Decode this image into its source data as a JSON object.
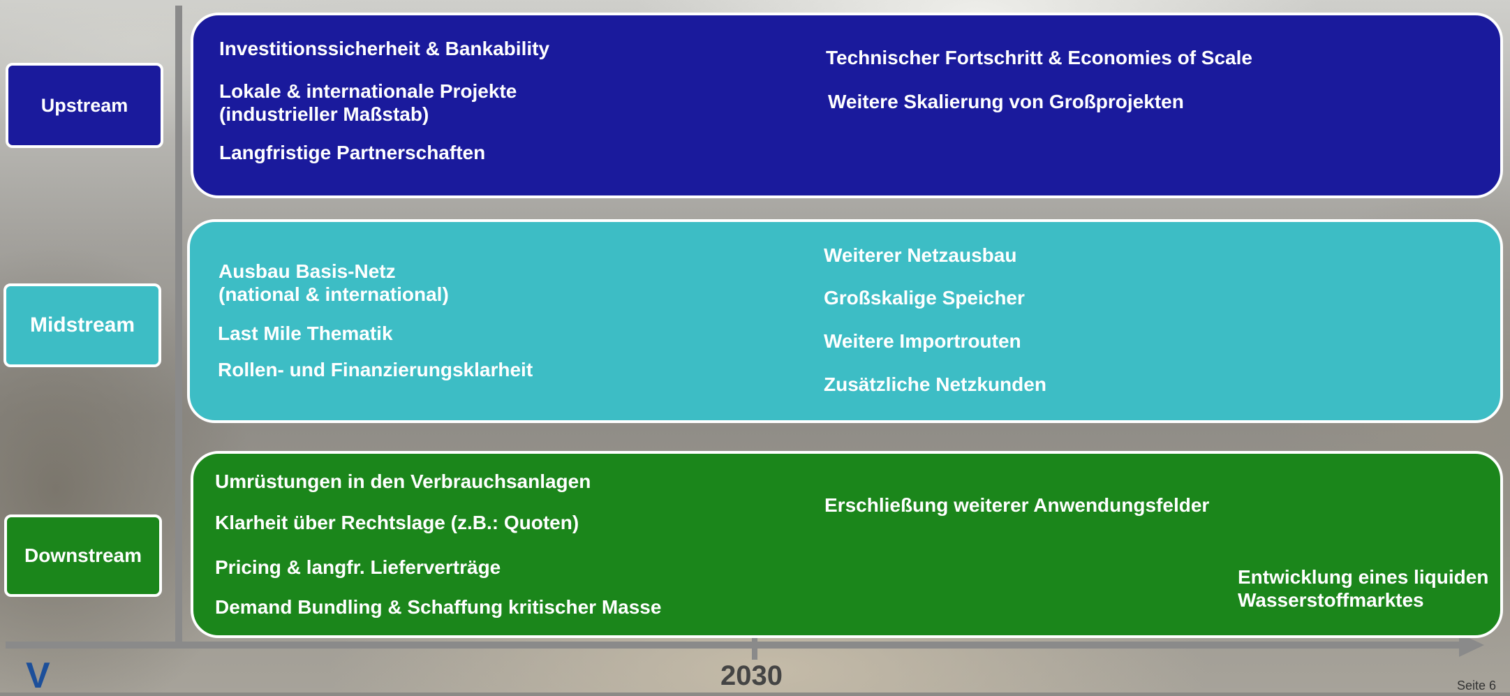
{
  "labels": {
    "upstream": "Upstream",
    "midstream": "Midstream",
    "downstream": "Downstream"
  },
  "upstream": {
    "left": [
      "Investitionssicherheit & Bankability",
      "Lokale & internationale Projekte",
      "(industrieller Maßstab)",
      "Langfristige Partnerschaften"
    ],
    "right": [
      "Technischer Fortschritt & Economies of Scale",
      "Weitere Skalierung von Großprojekten"
    ]
  },
  "midstream": {
    "left": [
      "Ausbau Basis-Netz",
      "(national & international)",
      "Last Mile Thematik",
      "Rollen- und Finanzierungsklarheit"
    ],
    "right": [
      "Weiterer Netzausbau",
      "Großskalige Speicher",
      "Weitere Importrouten",
      "Zusätzliche Netzkunden"
    ]
  },
  "downstream": {
    "left": [
      "Umrüstungen in den Verbrauchsanlagen",
      "Klarheit über Rechtslage (z.B.: Quoten)",
      "Pricing & langfr. Lieferverträge",
      "Demand Bundling & Schaffung kritischer Masse"
    ],
    "right": [
      "Erschließung weiterer Anwendungsfelder",
      "Entwicklung eines liquiden",
      "Wasserstoffmarktes"
    ]
  },
  "axis": {
    "year": "2030"
  },
  "logo": "V",
  "page_number": "Seite 6",
  "colors": {
    "upstream": "#1a1a9c",
    "midstream": "#3dbdc5",
    "downstream": "#1b861b",
    "axis": "#8a8a8a"
  }
}
